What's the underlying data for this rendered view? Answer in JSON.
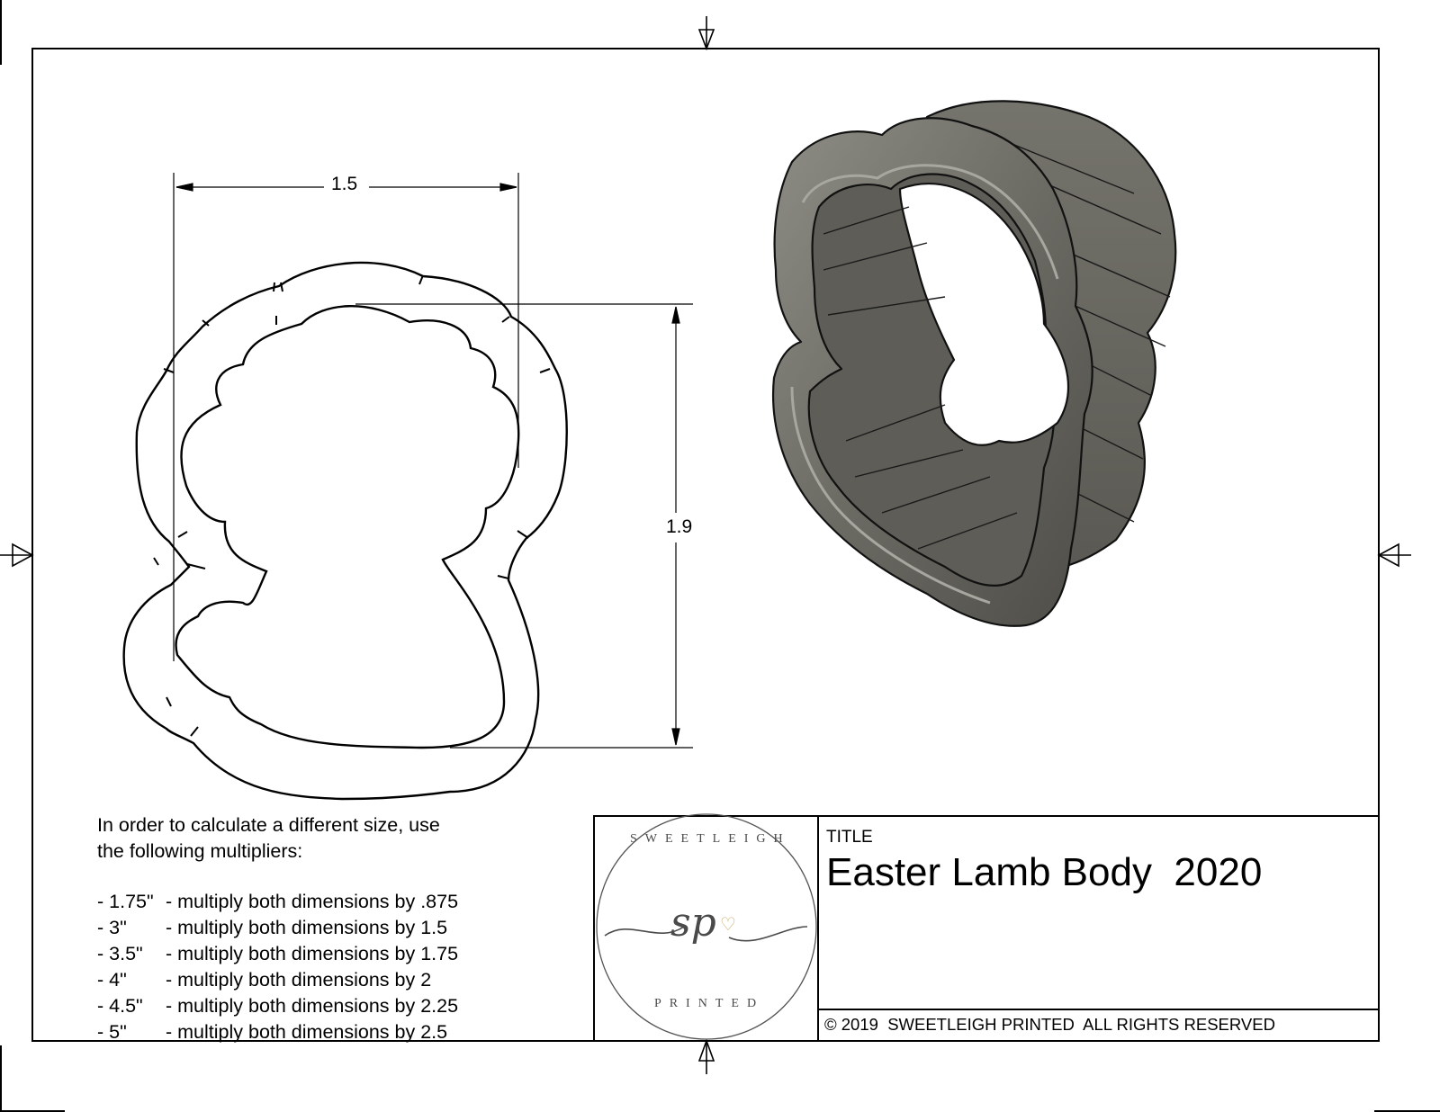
{
  "drawing": {
    "dimensions": {
      "width_label": "1.5",
      "height_label": "1.9"
    },
    "notes": {
      "intro_line1": "In order to calculate a different size, use",
      "intro_line2": "the following multipliers:",
      "multipliers": [
        {
          "size": "- 1.75\"",
          "text": "- multiply both dimensions by .875"
        },
        {
          "size": "- 3\"",
          "text": "- multiply both dimensions by 1.5"
        },
        {
          "size": "- 3.5\"",
          "text": "- multiply both dimensions by 1.75"
        },
        {
          "size": "- 4\"",
          "text": "- multiply both dimensions by 2"
        },
        {
          "size": "- 4.5\"",
          "text": "- multiply both dimensions by 2.25"
        },
        {
          "size": "- 5\"",
          "text": "- multiply both dimensions by 2.5"
        }
      ]
    },
    "title_block": {
      "title_label": "TITLE",
      "title": "Easter Lamb Body  2020",
      "copyright": "© 2019  SWEETLEIGH PRINTED  ALL RIGHTS RESERVED",
      "logo": {
        "top_text": "SWEETLEIGH",
        "monogram": "sp",
        "bottom_text": "PRINTED",
        "heart_color": "#c9a96a",
        "ink_color": "#4a4a4a"
      }
    },
    "model_3d": {
      "fill_color": "#6b6a63",
      "highlight_color": "#8e8d85",
      "shadow_color": "#4e4d48"
    }
  }
}
